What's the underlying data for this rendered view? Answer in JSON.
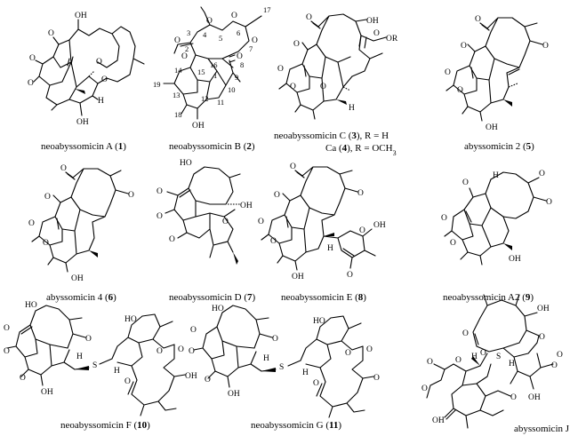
{
  "structures": [
    {
      "id": "neoabyssomicin-a",
      "caption": {
        "name": "neoabyssomicin A (",
        "number": "1",
        "close": ")"
      },
      "labels": {
        "oh_top": "OH",
        "o1": "O",
        "o2": "O",
        "o3": "O",
        "o4": "O",
        "o5": "O",
        "h": "H",
        "oh_bottom": "OH"
      }
    },
    {
      "id": "neoabyssomicin-b",
      "caption": {
        "name": "neoabyssomicin B (",
        "number": "2",
        "close": ")"
      },
      "labels": {
        "o1": "O",
        "o2": "O",
        "o3": "O",
        "o4": "O",
        "o5": "O",
        "o6": "O",
        "oh": "OH"
      },
      "locants": [
        "17",
        "6",
        "5",
        "4",
        "3",
        "2",
        "16",
        "15",
        "14",
        "19",
        "13",
        "12",
        "18",
        "11",
        "10",
        "9",
        "8",
        "7",
        "1"
      ]
    },
    {
      "id": "neoabyssomicin-c",
      "caption": {
        "name": "neoabyssomicin C (",
        "number": "3",
        "close": "), R = H"
      },
      "caption_line2": {
        "name": "Ca (",
        "number": "4",
        "close": "), R = OCH",
        "sub": "3"
      },
      "labels": {
        "o1": "O",
        "oh": "OH",
        "or": "OR",
        "o2": "O",
        "o3": "O",
        "o4": "O",
        "o5": "O",
        "o6": "O",
        "h": "H"
      }
    },
    {
      "id": "abyssomicin-2",
      "caption": {
        "name": "abyssomicin 2 (",
        "number": "5",
        "close": ")"
      },
      "labels": {
        "o1": "O",
        "o2": "O",
        "o3": "O",
        "o4": "O",
        "o5": "O",
        "oh": "OH"
      }
    },
    {
      "id": "abyssomicin-4",
      "caption": {
        "name": "abyssomicin 4 (",
        "number": "6",
        "close": ")"
      },
      "labels": {
        "o1": "O",
        "o2": "O",
        "o3": "O",
        "o4": "O",
        "o5": "O",
        "oh": "OH"
      }
    },
    {
      "id": "neoabyssomicin-d",
      "caption": {
        "name": "neoabyssomicin D (",
        "number": "7",
        "close": ")"
      },
      "labels": {
        "ho": "HO",
        "o1": "O",
        "o2": "O",
        "o3": "O",
        "o4": "O",
        "oh": "OH"
      }
    },
    {
      "id": "neoabyssomicin-e",
      "caption": {
        "name": "neoabyssomicin E  (",
        "number": "8",
        "close": ")"
      },
      "labels": {
        "o1": "O",
        "o2": "O",
        "o3": "O",
        "o4": "O",
        "o5": "O",
        "oh_right": "OH",
        "o_furan": "O",
        "h": "H",
        "oh_bottom": "OH",
        "o_ring": "O"
      }
    },
    {
      "id": "neoabyssomicin-a2",
      "caption": {
        "name": "neoabyssomicin A2 (",
        "number": "9",
        "close": ")"
      },
      "labels": {
        "h": "H",
        "o1": "O",
        "o2": "O",
        "o3": "O",
        "o4": "O",
        "o5": "O",
        "oh": "OH"
      }
    },
    {
      "id": "neoabyssomicin-f",
      "caption": {
        "name": "neoabyssomicin F (",
        "number": "10",
        "close": ")"
      },
      "labels": {
        "ho_left": "HO",
        "o1": "O",
        "o2": "O",
        "o3": "O",
        "o4": "O",
        "h": "H",
        "s": "S",
        "oh_bottom": "OH",
        "ho_top": "HO",
        "h2": "H",
        "o5": "O",
        "o6": "O",
        "o7": "O",
        "oh_right": "OH"
      }
    },
    {
      "id": "neoabyssomicin-g",
      "caption": {
        "name": "neoabyssomicin G (",
        "number": "11",
        "close": ")"
      },
      "labels": {
        "ho_left": "HO",
        "o1": "O",
        "o2": "O",
        "o3": "O",
        "o4": "O",
        "h": "H",
        "s": "S",
        "oh_bottom": "OH",
        "ho_top": "HO",
        "h2": "H",
        "o5": "O",
        "o6": "O",
        "o7": "O",
        "o8": "O"
      }
    },
    {
      "id": "abyssomicin-j",
      "caption": {
        "name": "abyssomicin J",
        "number": "",
        "close": ""
      },
      "labels": {
        "oh_top": "OH",
        "o1": "O",
        "o2": "O",
        "h1": "H",
        "s": "S",
        "h2": "H",
        "o3": "O",
        "o4": "O",
        "oh_mid": "OH",
        "o5": "O",
        "o6": "O",
        "o7": "O",
        "o8": "O",
        "oh_bottom": "OH",
        "o9": "O"
      }
    }
  ]
}
